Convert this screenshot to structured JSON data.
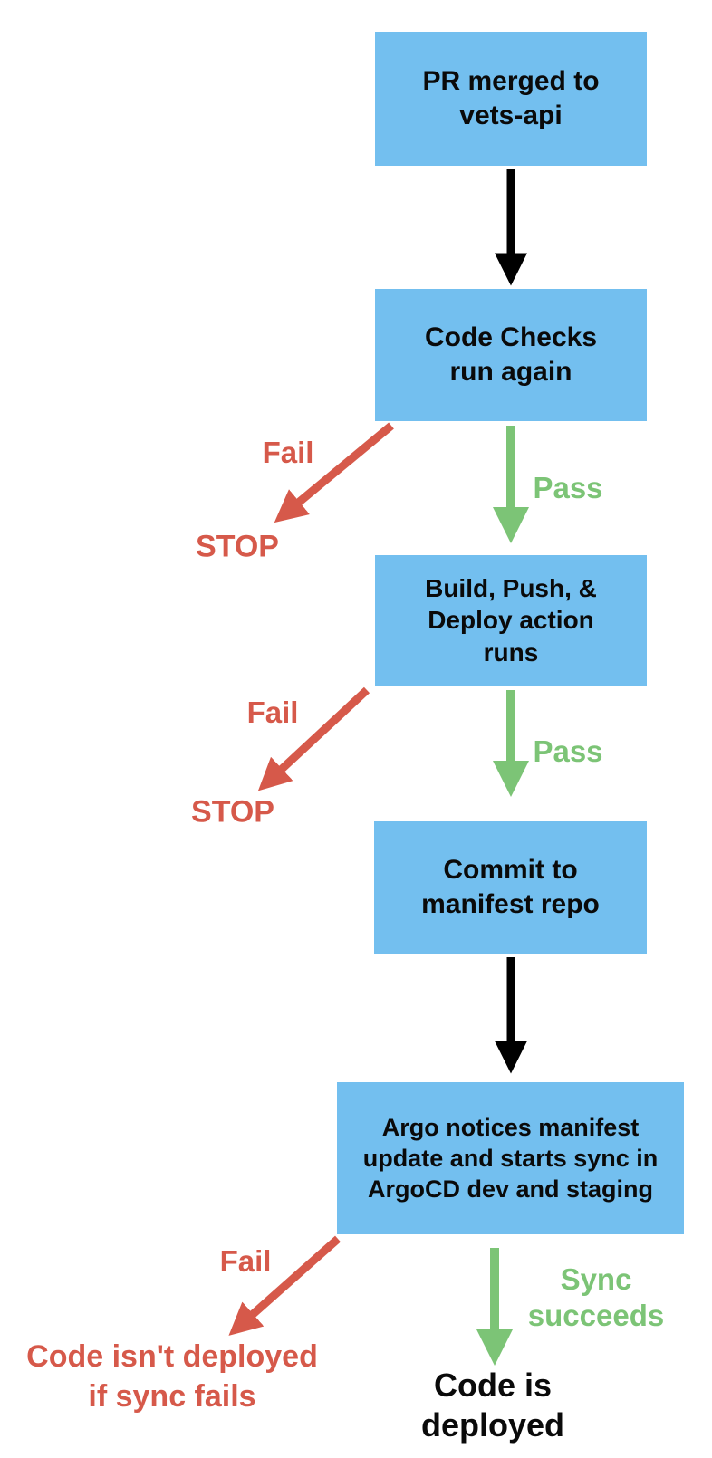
{
  "colors": {
    "node_fill": "#73BFEF",
    "fail_red": "#D6594A",
    "pass_green": "#7CC476",
    "arrow_black": "#000000",
    "text_black": "#0a0a0a"
  },
  "nodes": [
    {
      "id": "pr-merged",
      "label": "PR merged to\nvets-api"
    },
    {
      "id": "code-checks",
      "label": "Code Checks\nrun again"
    },
    {
      "id": "build-push-deploy",
      "label": "Build, Push, &\nDeploy action\nruns"
    },
    {
      "id": "commit-manifest",
      "label": "Commit to\nmanifest repo"
    },
    {
      "id": "argo-sync",
      "label": "Argo notices manifest\nupdate and starts sync in\nArgoCD dev and staging"
    }
  ],
  "edge_labels": {
    "fail_1": "Fail",
    "pass_1": "Pass",
    "fail_2": "Fail",
    "pass_2": "Pass",
    "fail_3": "Fail",
    "sync_succeeds": "Sync\nsucceeds"
  },
  "outcomes": {
    "stop_1": "STOP",
    "stop_2": "STOP",
    "not_deployed": "Code isn't deployed\nif sync fails",
    "deployed": "Code is deployed"
  }
}
